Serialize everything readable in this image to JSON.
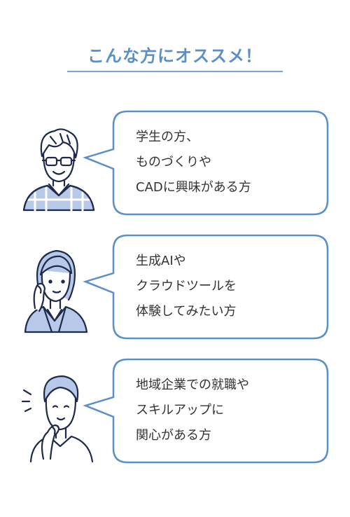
{
  "title": "こんな方にオススメ！",
  "colors": {
    "accent": "#5b8fc9",
    "navy": "#1e2a4a",
    "shade": "#b8c8e8"
  },
  "cards": [
    {
      "lines": [
        "学生の方、",
        "ものづくりや",
        "CADに興味がある方"
      ],
      "icon": "student-icon"
    },
    {
      "lines": [
        "生成AIや",
        "クラウドツールを",
        "体験してみたい方"
      ],
      "icon": "woman-icon"
    },
    {
      "lines": [
        "地域企業での就職や",
        "スキルアップに",
        "関心がある方"
      ],
      "icon": "man-thinking-icon"
    }
  ]
}
